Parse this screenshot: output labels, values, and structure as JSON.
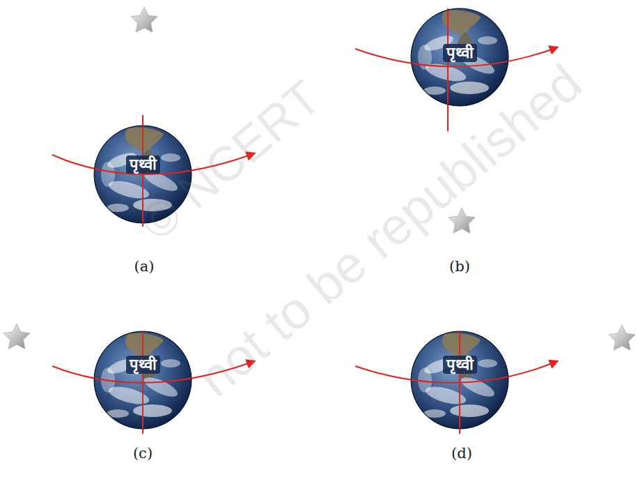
{
  "diagram": {
    "nodes": [
      {
        "text": [
          "पृथ्वी"
        ]
      },
      {
        "text": [
          "पृथ्वी"
        ]
      },
      {
        "text": [
          "पृथ्वी"
        ]
      },
      {
        "text": [
          "पृथ्वी"
        ]
      }
    ],
    "labels": [
      "(a)",
      "(b)",
      "(c)",
      "(d)",
      "© NCERT",
      "not to be republished"
    ]
  }
}
